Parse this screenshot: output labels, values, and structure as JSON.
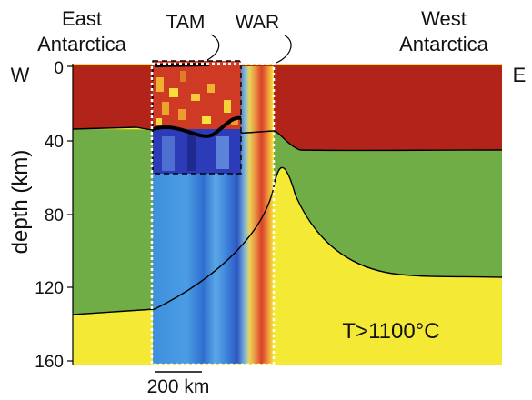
{
  "figure": {
    "regions": {
      "left_line1": "East",
      "left_line2": "Antarctica",
      "right_line1": "West",
      "right_line2": "Antarctica"
    },
    "callouts": {
      "tam": "TAM",
      "war": "WAR"
    },
    "compass": {
      "west": "W",
      "east": "E"
    },
    "axis": {
      "label": "depth (km)",
      "ticks": [
        "0",
        "40",
        "80",
        "120",
        "160"
      ]
    },
    "scale_bar": {
      "label": "200 km"
    },
    "annotation": "T>1100°C",
    "colors": {
      "crust": "#b2231a",
      "lithosphere": "#71ad46",
      "hot_mantle": "#f4ea35",
      "model_blue": "#3e8fdd",
      "model_red": "#d8402a"
    }
  }
}
